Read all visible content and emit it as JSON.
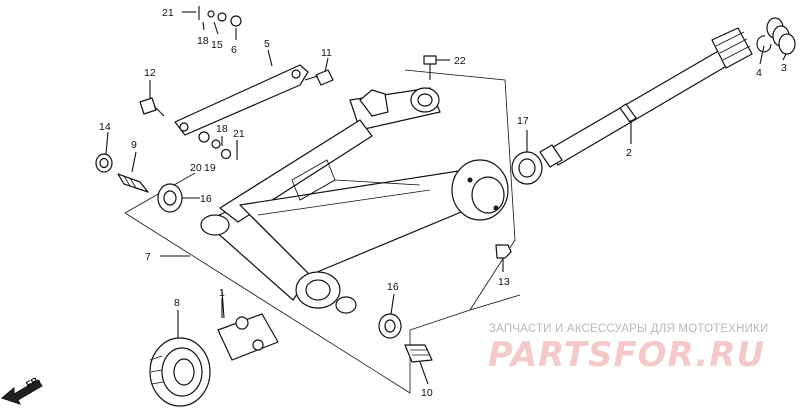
{
  "diagram": {
    "labels": {
      "n1": "1",
      "n2": "2",
      "n3": "3",
      "n4": "4",
      "n5": "5",
      "n6": "6",
      "n7": "7",
      "n8": "8",
      "n9": "9",
      "n10": "10",
      "n11": "11",
      "n12": "12",
      "n13": "13",
      "n14": "14",
      "n15": "15",
      "n16a": "16",
      "n16b": "16",
      "n17": "17",
      "n18a": "18",
      "n18b": "18",
      "n19": "19",
      "n20": "20",
      "n21a": "21",
      "n21b": "21",
      "n22": "22"
    },
    "direction_label": "FR."
  },
  "watermark": {
    "caption": "ЗАПЧАСТИ И АКСЕССУАРЫ ДЛЯ МОТОТЕХНИКИ",
    "brand": "PARTSFOR.RU"
  }
}
